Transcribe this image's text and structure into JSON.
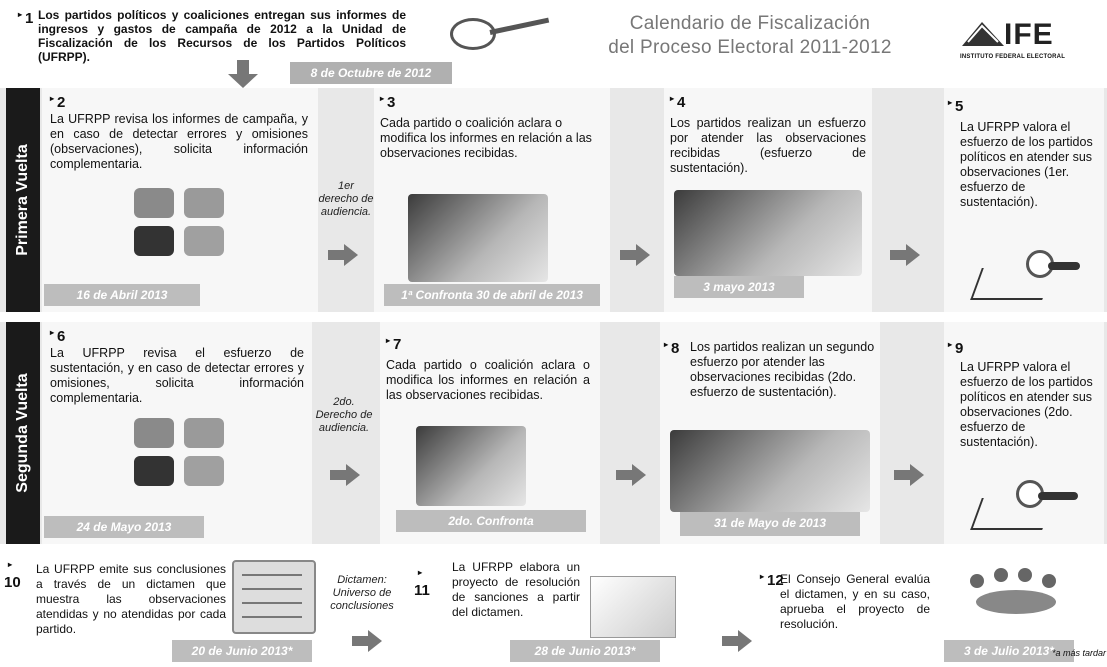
{
  "header": {
    "title_line1": "Calendario de Fiscalización",
    "title_line2": "del Proceso Electoral 2011-2012",
    "logo_text": "IFE",
    "logo_subtitle": "INSTITUTO FEDERAL ELECTORAL"
  },
  "step1": {
    "num": "1",
    "text": "Los partidos políticos y coaliciones entregan sus informes de ingresos y gastos de campaña de 2012 a la Unidad de Fiscalización de los Recursos de los Partidos Políticos (UFRPP).",
    "date": "8 de Octubre de 2012"
  },
  "rows": {
    "primera": "Primera Vuelta",
    "segunda": "Segunda Vuelta"
  },
  "step2": {
    "num": "2",
    "text": "La UFRPP revisa los informes de campaña, y en caso de detectar errores y omisiones (observaciones), solicita información complementaria.",
    "date": "16 de Abril 2013"
  },
  "audiencia1": "1er derecho de audiencia.",
  "step3": {
    "num": "3",
    "text": "Cada partido o coalición aclara o modifica los informes en relación a las observaciones recibidas.",
    "date": "1ª Confronta 30 de abril de 2013"
  },
  "step4": {
    "num": "4",
    "text": "Los partidos realizan un esfuerzo por atender las observaciones recibidas (esfuerzo de sustentación).",
    "date": "3 mayo 2013"
  },
  "step5": {
    "num": "5",
    "text": "La UFRPP valora el esfuerzo de los partidos políticos en atender sus observaciones (1er. esfuerzo de sustentación)."
  },
  "step6": {
    "num": "6",
    "text": "La UFRPP revisa el esfuerzo de sustentación, y en caso de detectar errores y omisiones, solicita información complementaria.",
    "date": "24 de Mayo 2013"
  },
  "audiencia2": "2do. Derecho de audiencia.",
  "step7": {
    "num": "7",
    "text": "Cada partido o coalición aclara o modifica los informes en relación a las observaciones recibidas.",
    "date": "2do. Confronta"
  },
  "step8": {
    "num": "8",
    "text": "Los partidos realizan un segundo esfuerzo por atender las observaciones recibidas (2do. esfuerzo de sustentación).",
    "date": "31 de Mayo de 2013"
  },
  "step9": {
    "num": "9",
    "text": "La UFRPP valora el esfuerzo de los partidos políticos en atender sus observaciones (2do. esfuerzo de sustentación)."
  },
  "step10": {
    "num": "10",
    "text": "La UFRPP emite sus conclusiones a través de un dictamen que muestra las observaciones atendidas y no atendidas por cada partido.",
    "date": "20 de Junio 2013*"
  },
  "dictamen_note": "Dictamen: Universo de conclusiones",
  "step11": {
    "num": "11",
    "text": "La UFRPP elabora un proyecto de resolución de sanciones a partir del dictamen.",
    "date": "28 de Junio 2013*"
  },
  "step12": {
    "num": "12",
    "text": "El Consejo General evalúa el dictamen, y en su caso, aprueba el proyecto de resolución.",
    "date": "3 de Julio 2013*"
  },
  "footnote": "*a más tardar",
  "colors": {
    "row_label_bg": "#1a1a1a",
    "band_bg": "#e8e8e8",
    "date_bar": "#bdbdbd",
    "arrow": "#777777",
    "title": "#777777"
  }
}
